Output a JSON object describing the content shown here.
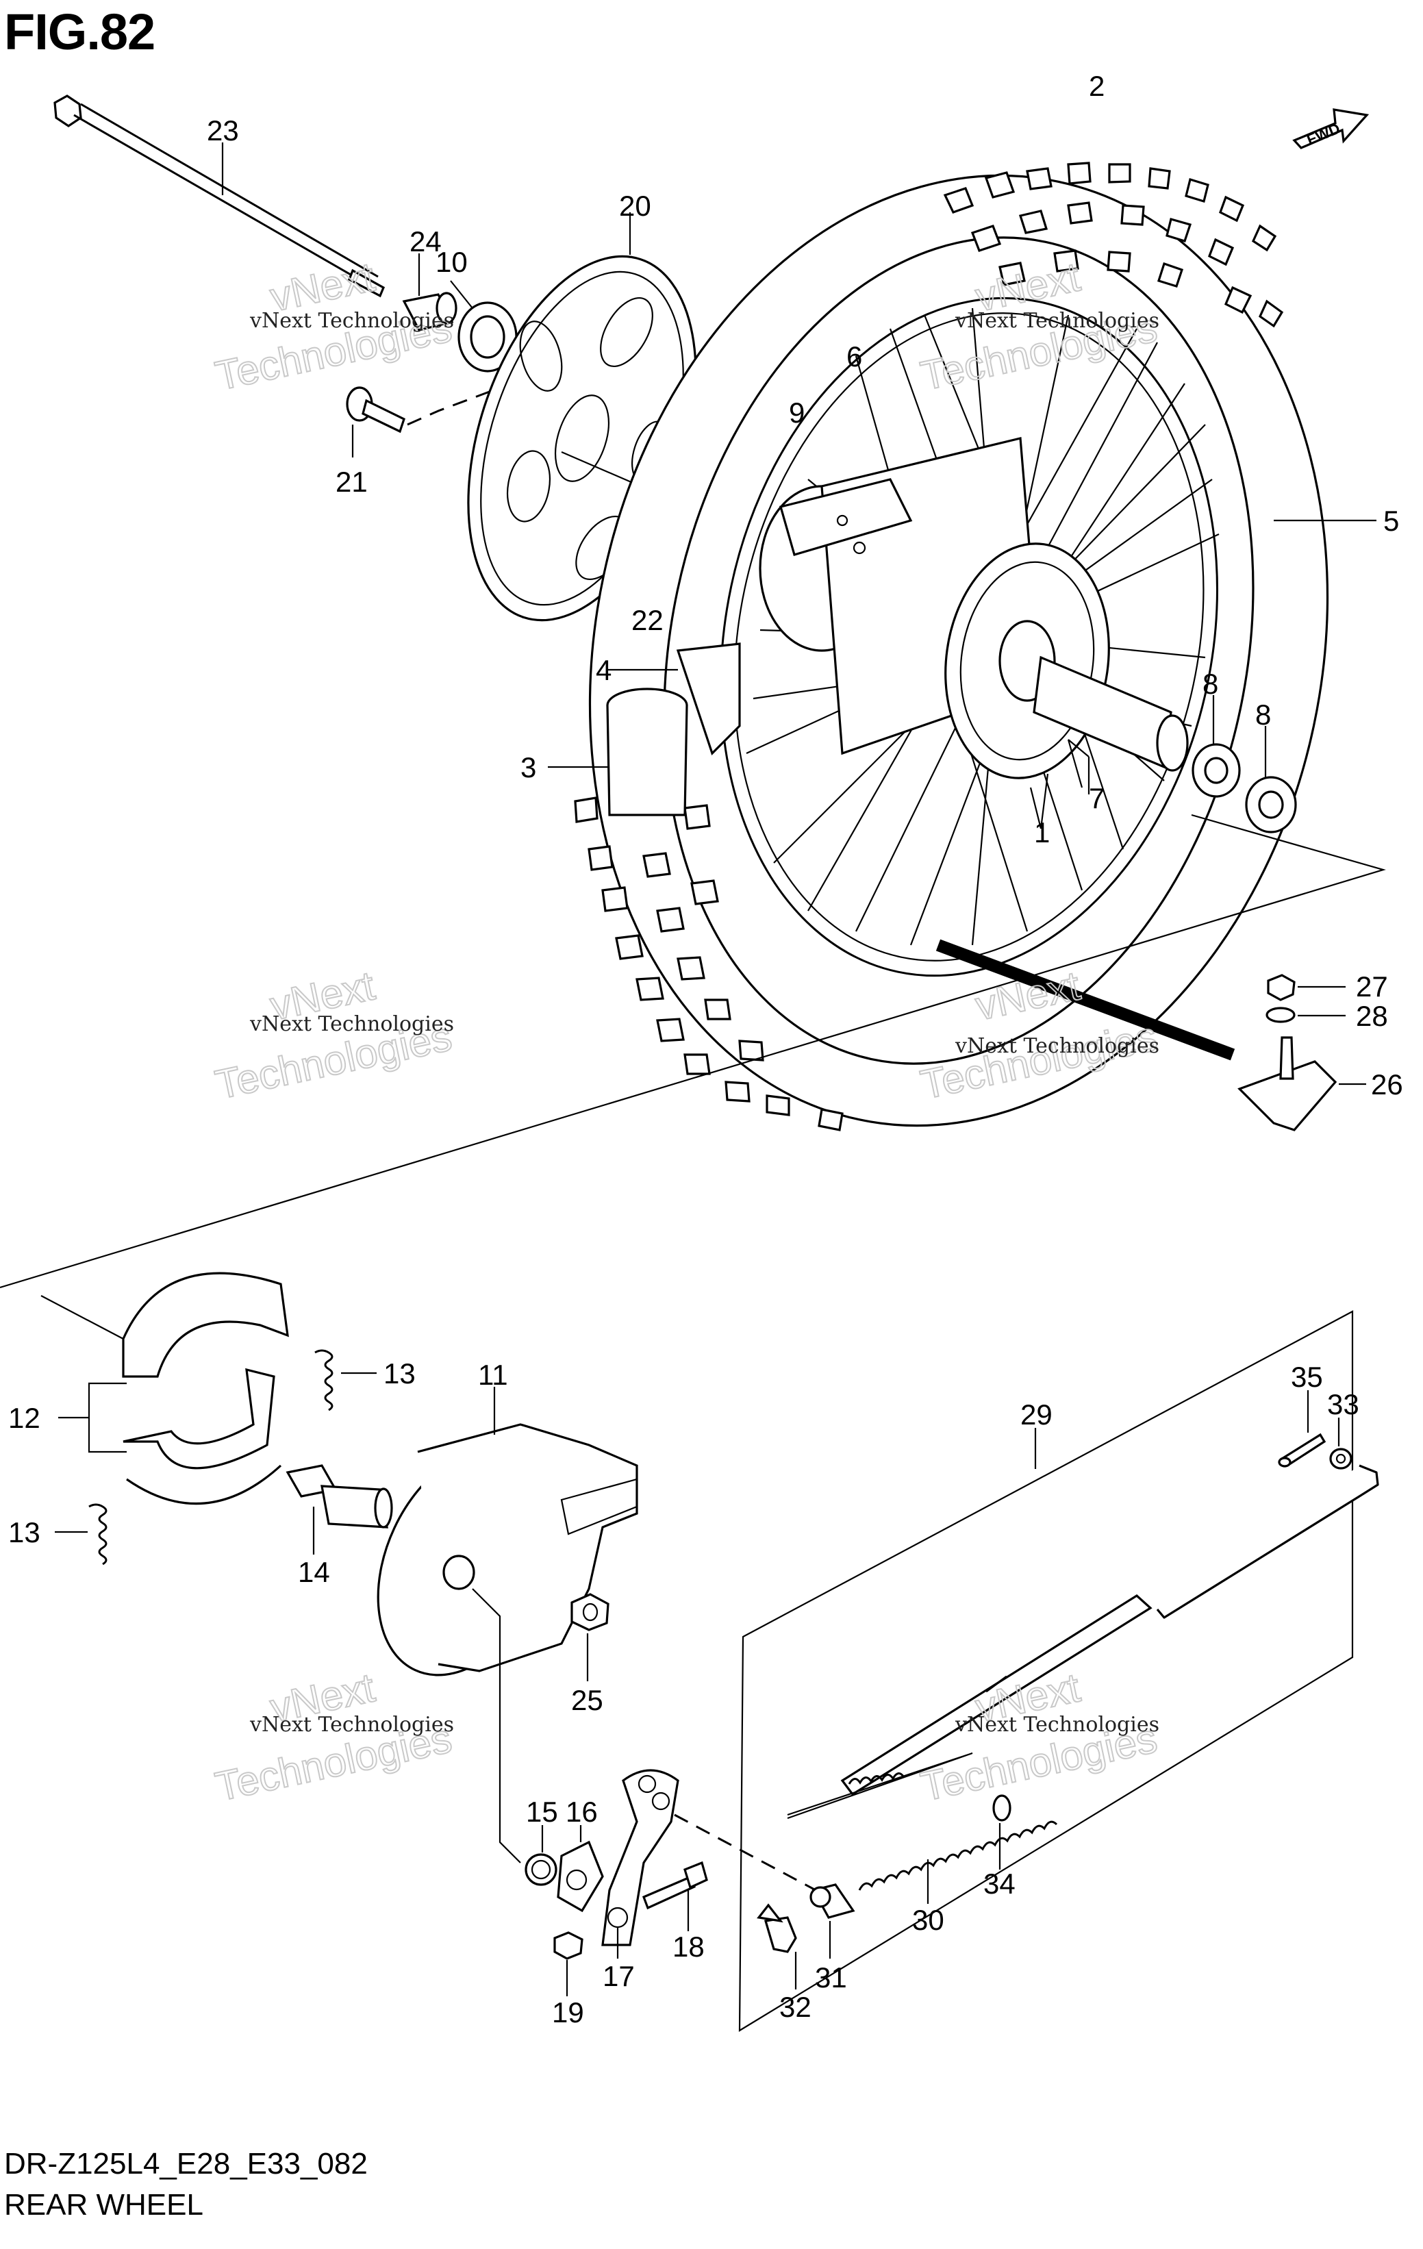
{
  "figure": {
    "title": "FIG.82",
    "model_code": "DR-Z125L4_E28_E33_082",
    "name": "REAR WHEEL",
    "direction_badge": "FWD"
  },
  "watermark": {
    "line1": "vNext Technologies",
    "line2": "vNext",
    "line3": "Technologies"
  },
  "callouts": {
    "c1": "1",
    "c2": "2",
    "c3": "3",
    "c4": "4",
    "c5": "5",
    "c6": "6",
    "c7": "7",
    "c8a": "8",
    "c8b": "8",
    "c9": "9",
    "c10": "10",
    "c11": "11",
    "c12": "12",
    "c13a": "13",
    "c13b": "13",
    "c14": "14",
    "c15": "15",
    "c16": "16",
    "c17": "17",
    "c18": "18",
    "c19": "19",
    "c20": "20",
    "c21": "21",
    "c22": "22",
    "c23": "23",
    "c24": "24",
    "c25": "25",
    "c26": "26",
    "c27": "27",
    "c28": "28",
    "c29": "29",
    "c30": "30",
    "c31": "31",
    "c32": "32",
    "c33": "33",
    "c34": "34",
    "c35": "35"
  }
}
